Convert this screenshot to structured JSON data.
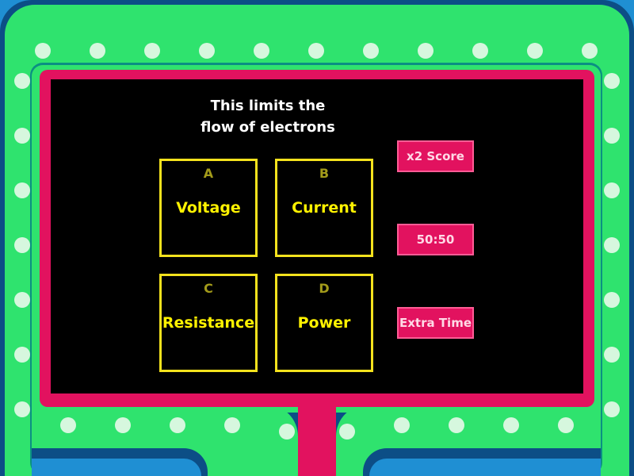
{
  "question": {
    "text": "This limits the\nflow of electrons"
  },
  "answers": [
    {
      "letter": "A",
      "text": "Voltage"
    },
    {
      "letter": "B",
      "text": "Current"
    },
    {
      "letter": "C",
      "text": "Resistance"
    },
    {
      "letter": "D",
      "text": "Power"
    }
  ],
  "powerups": [
    {
      "label": "x2 Score"
    },
    {
      "label": "50:50"
    },
    {
      "label": "Extra Time"
    }
  ],
  "colors": {
    "background": "#1f8fd3",
    "frame_green": "#2fe36e",
    "frame_navy": "#0c4e86",
    "screen_border": "#e2125f",
    "screen": "#000000",
    "answer_border": "#f5e21d",
    "answer_text": "#fff200",
    "powerup": "#e2125f"
  }
}
